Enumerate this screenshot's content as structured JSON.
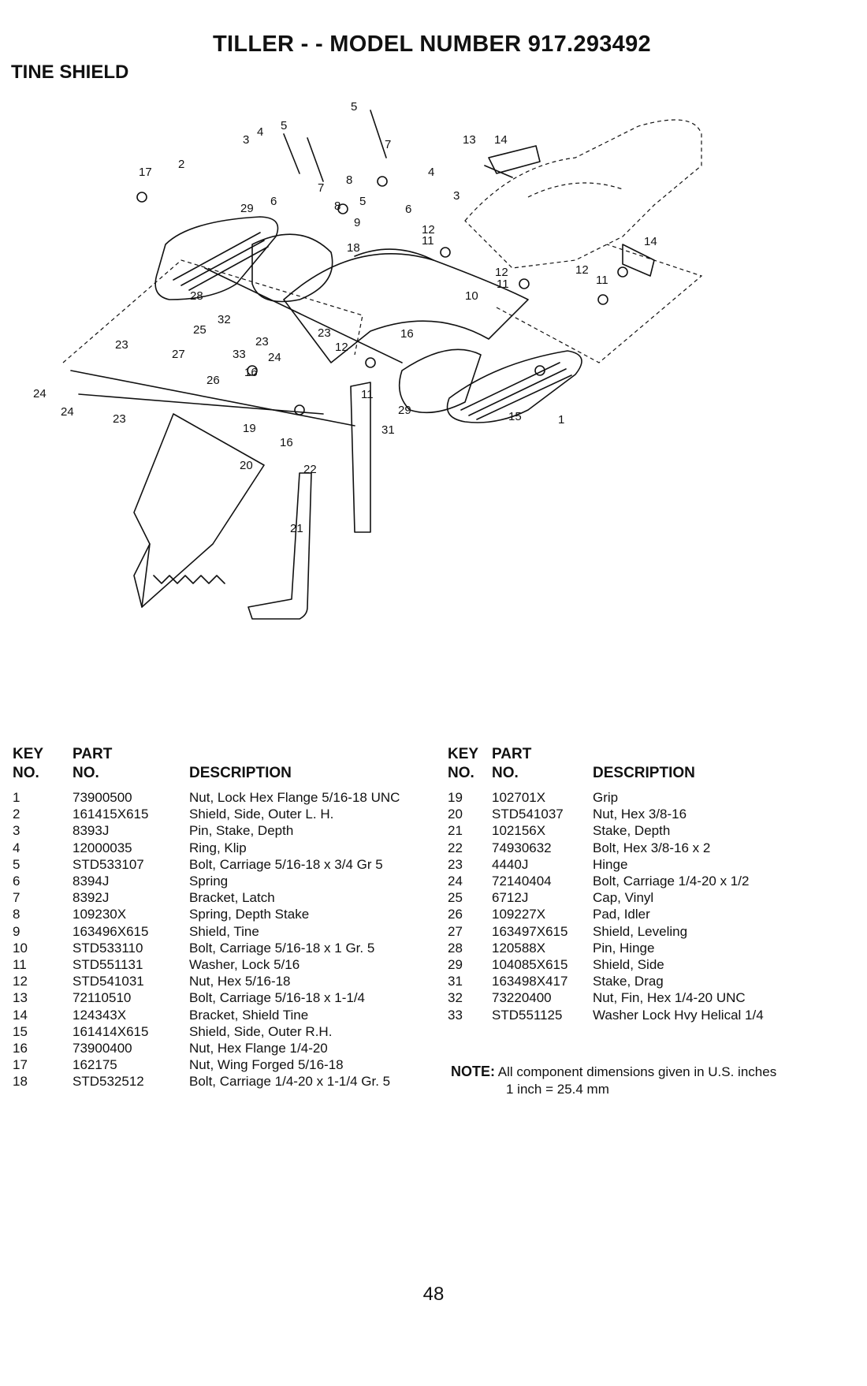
{
  "header": {
    "title": "TILLER - - MODEL NUMBER 917.293492",
    "section": "TINE SHIELD"
  },
  "diagram": {
    "callouts": [
      "1",
      "2",
      "3",
      "3",
      "4",
      "4",
      "5",
      "5",
      "5",
      "6",
      "6",
      "7",
      "7",
      "8",
      "8",
      "9",
      "10",
      "11",
      "11",
      "11",
      "11",
      "12",
      "12",
      "12",
      "12",
      "13",
      "14",
      "14",
      "15",
      "16",
      "16",
      "16",
      "17",
      "18",
      "19",
      "20",
      "21",
      "22",
      "23",
      "23",
      "23",
      "23",
      "24",
      "24",
      "24",
      "25",
      "26",
      "27",
      "28",
      "29",
      "29",
      "31",
      "32",
      "33"
    ]
  },
  "table": {
    "headers": {
      "key_line1": "KEY",
      "key_line2": "NO.",
      "part_line1": "PART",
      "part_line2": "NO.",
      "description": "DESCRIPTION"
    },
    "left_rows": [
      {
        "key": "1",
        "part": "73900500",
        "desc": "Nut, Lock Hex Flange 5/16-18 UNC"
      },
      {
        "key": "2",
        "part": "161415X615",
        "desc": "Shield, Side, Outer L. H."
      },
      {
        "key": "3",
        "part": "8393J",
        "desc": "Pin, Stake, Depth"
      },
      {
        "key": "4",
        "part": "12000035",
        "desc": "Ring, Klip"
      },
      {
        "key": "5",
        "part": "STD533107",
        "desc": "Bolt, Carriage  5/16-18 x 3/4 Gr 5"
      },
      {
        "key": "6",
        "part": "8394J",
        "desc": "Spring"
      },
      {
        "key": "7",
        "part": "8392J",
        "desc": "Bracket, Latch"
      },
      {
        "key": "8",
        "part": "109230X",
        "desc": "Spring, Depth Stake"
      },
      {
        "key": "9",
        "part": "163496X615",
        "desc": "Shield, Tine"
      },
      {
        "key": "10",
        "part": "STD533110",
        "desc": "Bolt, Carriage  5/16-18 x 1 Gr. 5"
      },
      {
        "key": "11",
        "part": "STD551131",
        "desc": "Washer, Lock  5/16"
      },
      {
        "key": "12",
        "part": "STD541031",
        "desc": "Nut, Hex  5/16-18"
      },
      {
        "key": "13",
        "part": "72110510",
        "desc": "Bolt, Carriage  5/16-18 x 1-1/4"
      },
      {
        "key": "14",
        "part": "124343X",
        "desc": "Bracket, Shield Tine"
      },
      {
        "key": "15",
        "part": "161414X615",
        "desc": "Shield, Side, Outer R.H."
      },
      {
        "key": "16",
        "part": "73900400",
        "desc": "Nut, Hex Flange 1/4-20"
      },
      {
        "key": "17",
        "part": "162175",
        "desc": "Nut, Wing Forged 5/16-18"
      },
      {
        "key": "18",
        "part": "STD532512",
        "desc": "Bolt, Carriage  1/4-20 x 1-1/4 Gr. 5"
      }
    ],
    "right_rows": [
      {
        "key": "19",
        "part": "102701X",
        "desc": "Grip"
      },
      {
        "key": "20",
        "part": "STD541037",
        "desc": "Nut, Hex  3/8-16"
      },
      {
        "key": "21",
        "part": "102156X",
        "desc": "Stake, Depth"
      },
      {
        "key": "22",
        "part": "74930632",
        "desc": "Bolt, Hex  3/8-16 x 2"
      },
      {
        "key": "23",
        "part": "4440J",
        "desc": "Hinge"
      },
      {
        "key": "24",
        "part": "72140404",
        "desc": "Bolt, Carriage  1/4-20 x 1/2"
      },
      {
        "key": "25",
        "part": "6712J",
        "desc": "Cap, Vinyl"
      },
      {
        "key": "26",
        "part": "109227X",
        "desc": "Pad, Idler"
      },
      {
        "key": "27",
        "part": "163497X615",
        "desc": "Shield, Leveling"
      },
      {
        "key": "28",
        "part": "120588X",
        "desc": "Pin, Hinge"
      },
      {
        "key": "29",
        "part": "104085X615",
        "desc": "Shield, Side"
      },
      {
        "key": "31",
        "part": "163498X417",
        "desc": "Stake, Drag"
      },
      {
        "key": "32",
        "part": "73220400",
        "desc": "Nut, Fin, Hex 1/4-20 UNC"
      },
      {
        "key": "33",
        "part": "STD551125",
        "desc": "Washer Lock Hvy Helical 1/4"
      }
    ]
  },
  "note": {
    "label": "NOTE:",
    "line1": "All component dimensions given in U.S. inches",
    "line2": "1 inch = 25.4 mm"
  },
  "page_number": "48"
}
